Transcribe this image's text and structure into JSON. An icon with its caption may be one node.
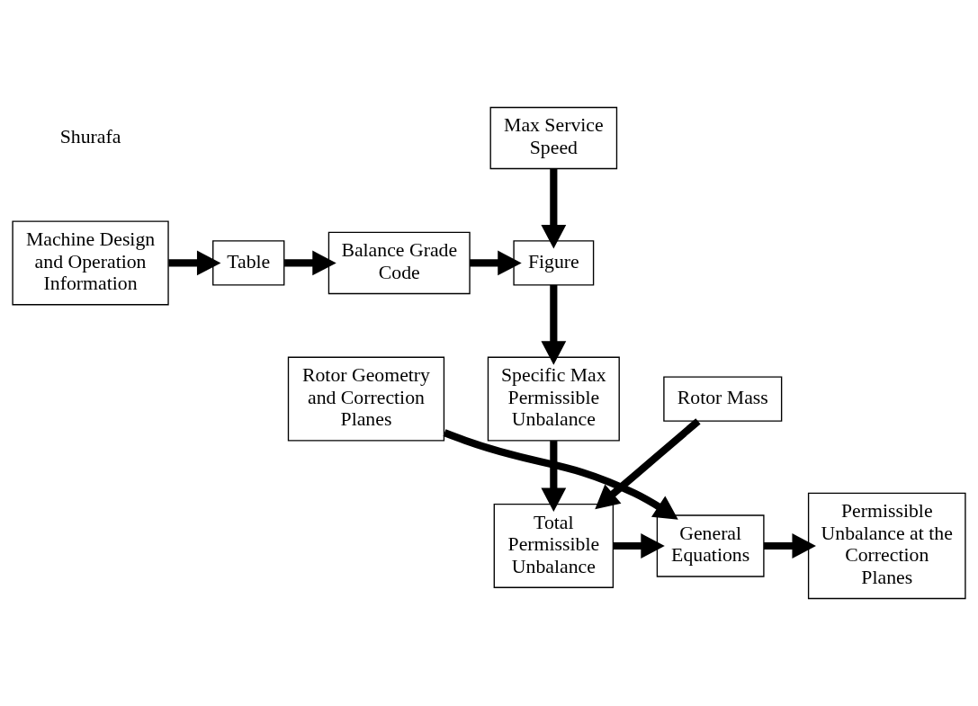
{
  "diagram": {
    "nodes": [
      {
        "text": [
          "Machine Design and Operation Information"
        ]
      },
      {
        "text": [
          "Table"
        ]
      },
      {
        "text": [
          "Balance Grade Code"
        ]
      },
      {
        "text": [
          "Max Service Speed"
        ]
      },
      {
        "text": [
          "Figure"
        ]
      },
      {
        "text": [
          "Specific Max Permissible Unbalance"
        ]
      },
      {
        "text": [
          "Rotor Geometry and Correction Planes"
        ]
      },
      {
        "text": [
          "Rotor Mass"
        ]
      },
      {
        "text": [
          "Permissible Unbalance at the Correction Planes"
        ]
      },
      {
        "text": [
          "General Equations"
        ]
      },
      {
        "text": [
          "Total Permissible Unbalance"
        ]
      }
    ],
    "edges": [
      {
        "from": 0,
        "to": 1,
        "arrow": "to"
      },
      {
        "from": 1,
        "to": 2,
        "arrow": "to"
      },
      {
        "from": 2,
        "to": 4,
        "arrow": "to"
      },
      {
        "from": 3,
        "to": 4,
        "arrow": "to"
      },
      {
        "from": 4,
        "to": 5,
        "arrow": "to"
      },
      {
        "from": 5,
        "to": 10,
        "arrow": "to"
      },
      {
        "from": 7,
        "to": 10,
        "arrow": "to"
      },
      {
        "from": 10,
        "to": 9,
        "arrow": "to"
      },
      {
        "from": 6,
        "to": 9,
        "arrow": "to"
      },
      {
        "from": 9,
        "to": 8,
        "arrow": "to"
      }
    ],
    "labels": [
      "Shurafa"
    ]
  }
}
